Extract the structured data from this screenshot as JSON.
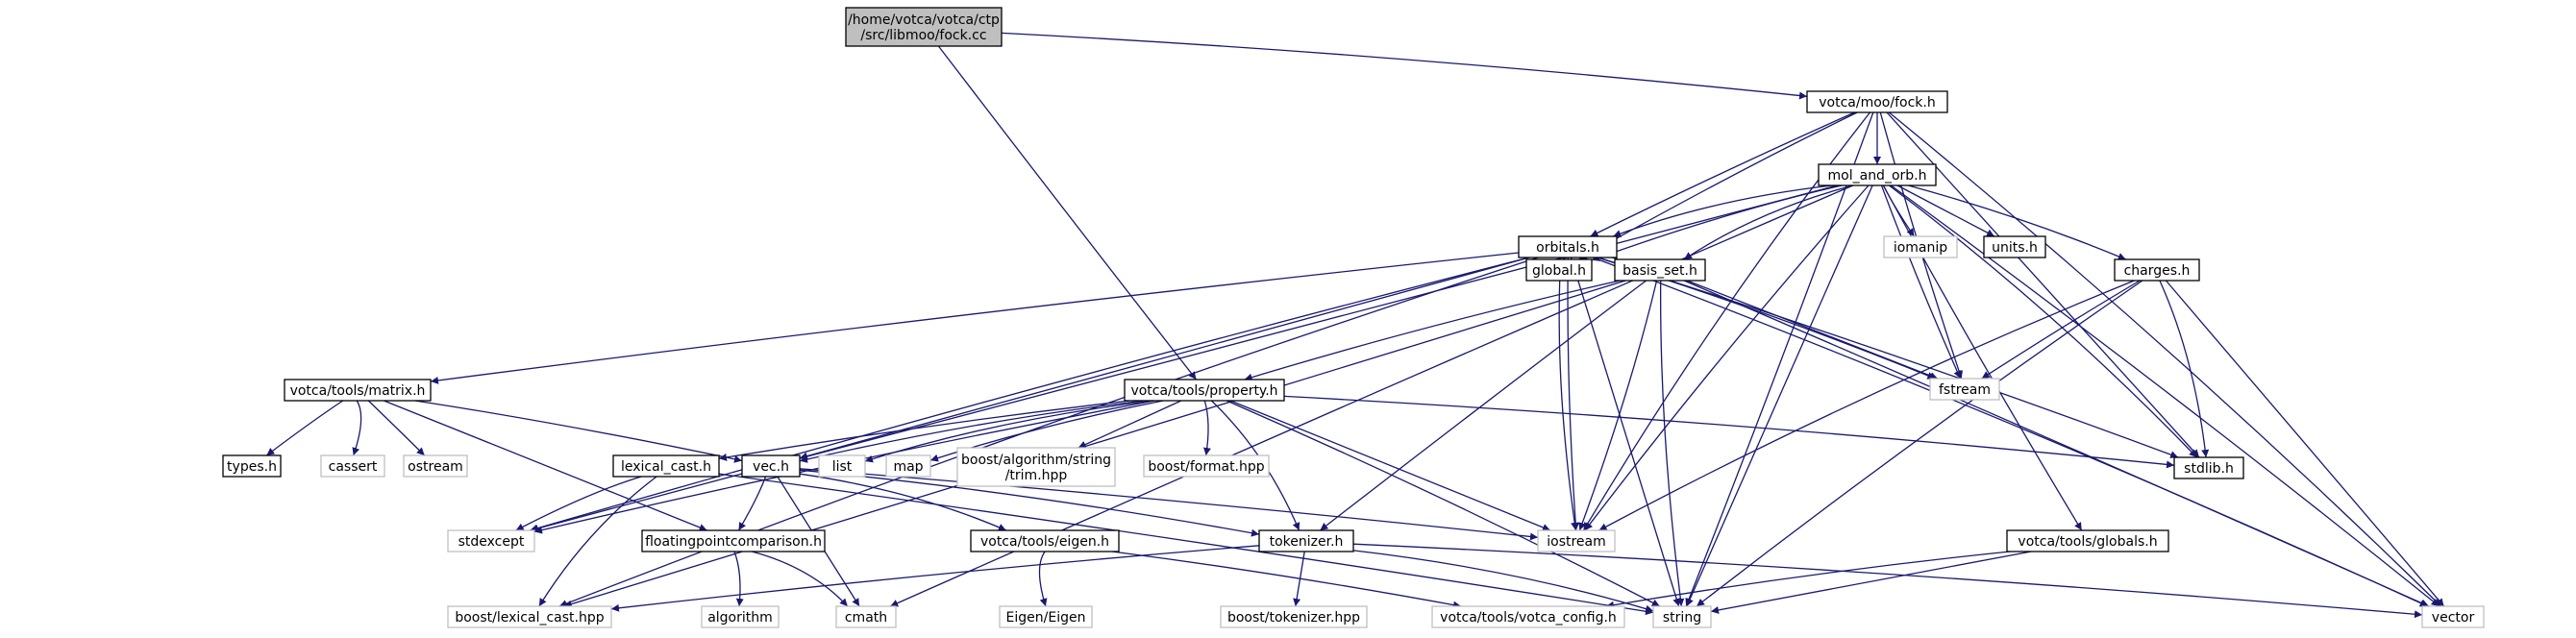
{
  "colors": {
    "edge": "#191970",
    "node_border": "#000000",
    "node_fill": "#ffffff",
    "root_fill": "#bfbfbf",
    "ext_border": "#bfbfbf"
  },
  "nodes": [
    {
      "id": "root",
      "lines": [
        "/home/votca/votca/ctp",
        "/src/libmoo/fock.cc"
      ],
      "kind": "root"
    },
    {
      "id": "fock_h",
      "lines": [
        "votca/moo/fock.h"
      ],
      "kind": "file"
    },
    {
      "id": "mol_and_orb_h",
      "lines": [
        "mol_and_orb.h"
      ],
      "kind": "file"
    },
    {
      "id": "orbitals_h",
      "lines": [
        "orbitals.h"
      ],
      "kind": "file"
    },
    {
      "id": "iomanip",
      "lines": [
        "iomanip"
      ],
      "kind": "ext"
    },
    {
      "id": "units_h",
      "lines": [
        "units.h"
      ],
      "kind": "file"
    },
    {
      "id": "charges_h",
      "lines": [
        "charges.h"
      ],
      "kind": "file"
    },
    {
      "id": "global_h",
      "lines": [
        "global.h"
      ],
      "kind": "file"
    },
    {
      "id": "basis_set_h",
      "lines": [
        "basis_set.h"
      ],
      "kind": "file"
    },
    {
      "id": "fstream",
      "lines": [
        "fstream"
      ],
      "kind": "ext"
    },
    {
      "id": "matrix_h",
      "lines": [
        "votca/tools/matrix.h"
      ],
      "kind": "file"
    },
    {
      "id": "property_h",
      "lines": [
        "votca/tools/property.h"
      ],
      "kind": "file"
    },
    {
      "id": "types_h",
      "lines": [
        "types.h"
      ],
      "kind": "file"
    },
    {
      "id": "cassert",
      "lines": [
        "cassert"
      ],
      "kind": "ext"
    },
    {
      "id": "ostream",
      "lines": [
        "ostream"
      ],
      "kind": "ext"
    },
    {
      "id": "lexical_cast_h",
      "lines": [
        "lexical_cast.h"
      ],
      "kind": "file"
    },
    {
      "id": "vec_h",
      "lines": [
        "vec.h"
      ],
      "kind": "file"
    },
    {
      "id": "list",
      "lines": [
        "list"
      ],
      "kind": "ext"
    },
    {
      "id": "map",
      "lines": [
        "map"
      ],
      "kind": "ext"
    },
    {
      "id": "trim_hpp",
      "lines": [
        "boost/algorithm/string",
        "/trim.hpp"
      ],
      "kind": "ext"
    },
    {
      "id": "format_hpp",
      "lines": [
        "boost/format.hpp"
      ],
      "kind": "ext"
    },
    {
      "id": "stdlib_h",
      "lines": [
        "stdlib.h"
      ],
      "kind": "file"
    },
    {
      "id": "stdexcept",
      "lines": [
        "stdexcept"
      ],
      "kind": "ext"
    },
    {
      "id": "fpcomp_h",
      "lines": [
        "floatingpointcomparison.h"
      ],
      "kind": "file"
    },
    {
      "id": "eigen_h",
      "lines": [
        "votca/tools/eigen.h"
      ],
      "kind": "file"
    },
    {
      "id": "tokenizer_h",
      "lines": [
        "tokenizer.h"
      ],
      "kind": "file"
    },
    {
      "id": "iostream",
      "lines": [
        "iostream"
      ],
      "kind": "ext"
    },
    {
      "id": "globals_h",
      "lines": [
        "votca/tools/globals.h"
      ],
      "kind": "file"
    },
    {
      "id": "lexical_cast_hpp",
      "lines": [
        "boost/lexical_cast.hpp"
      ],
      "kind": "ext"
    },
    {
      "id": "algorithm",
      "lines": [
        "algorithm"
      ],
      "kind": "ext"
    },
    {
      "id": "cmath",
      "lines": [
        "cmath"
      ],
      "kind": "ext"
    },
    {
      "id": "eigen_eigen",
      "lines": [
        "Eigen/Eigen"
      ],
      "kind": "ext"
    },
    {
      "id": "tokenizer_hpp",
      "lines": [
        "boost/tokenizer.hpp"
      ],
      "kind": "ext"
    },
    {
      "id": "votca_config_h",
      "lines": [
        "votca/tools/votca_config.h"
      ],
      "kind": "ext"
    },
    {
      "id": "string",
      "lines": [
        "string"
      ],
      "kind": "ext"
    },
    {
      "id": "vector",
      "lines": [
        "vector"
      ],
      "kind": "ext"
    }
  ],
  "edges": [
    [
      "root",
      "fock_h"
    ],
    [
      "root",
      "property_h"
    ],
    [
      "fock_h",
      "mol_and_orb_h"
    ],
    [
      "fock_h",
      "orbitals_h"
    ],
    [
      "fock_h",
      "global_h"
    ],
    [
      "fock_h",
      "iostream"
    ],
    [
      "fock_h",
      "fstream"
    ],
    [
      "fock_h",
      "stdlib_h"
    ],
    [
      "fock_h",
      "string"
    ],
    [
      "fock_h",
      "vector"
    ],
    [
      "mol_and_orb_h",
      "orbitals_h"
    ],
    [
      "mol_and_orb_h",
      "iomanip"
    ],
    [
      "mol_and_orb_h",
      "units_h"
    ],
    [
      "mol_and_orb_h",
      "charges_h"
    ],
    [
      "mol_and_orb_h",
      "global_h"
    ],
    [
      "mol_and_orb_h",
      "basis_set_h"
    ],
    [
      "mol_and_orb_h",
      "fstream"
    ],
    [
      "mol_and_orb_h",
      "vec_h"
    ],
    [
      "mol_and_orb_h",
      "cmath"
    ],
    [
      "mol_and_orb_h",
      "stdlib_h"
    ],
    [
      "mol_and_orb_h",
      "globals_h"
    ],
    [
      "mol_and_orb_h",
      "iostream"
    ],
    [
      "mol_and_orb_h",
      "string"
    ],
    [
      "mol_and_orb_h",
      "vector"
    ],
    [
      "orbitals_h",
      "global_h"
    ],
    [
      "orbitals_h",
      "basis_set_h"
    ],
    [
      "orbitals_h",
      "matrix_h"
    ],
    [
      "orbitals_h",
      "vec_h"
    ],
    [
      "orbitals_h",
      "fstream"
    ],
    [
      "orbitals_h",
      "stdexcept"
    ],
    [
      "orbitals_h",
      "lexical_cast_hpp"
    ],
    [
      "orbitals_h",
      "iostream"
    ],
    [
      "orbitals_h",
      "string"
    ],
    [
      "orbitals_h",
      "stdlib_h"
    ],
    [
      "orbitals_h",
      "vector"
    ],
    [
      "global_h",
      "iostream"
    ],
    [
      "basis_set_h",
      "property_h"
    ],
    [
      "basis_set_h",
      "fstream"
    ],
    [
      "basis_set_h",
      "tokenizer_h"
    ],
    [
      "basis_set_h",
      "iostream"
    ],
    [
      "basis_set_h",
      "string"
    ],
    [
      "basis_set_h",
      "vector"
    ],
    [
      "basis_set_h",
      "lexical_cast_hpp"
    ],
    [
      "charges_h",
      "fstream"
    ],
    [
      "charges_h",
      "stdlib_h"
    ],
    [
      "charges_h",
      "iostream"
    ],
    [
      "charges_h",
      "string"
    ],
    [
      "charges_h",
      "vector"
    ],
    [
      "matrix_h",
      "types_h"
    ],
    [
      "matrix_h",
      "cassert"
    ],
    [
      "matrix_h",
      "ostream"
    ],
    [
      "matrix_h",
      "vec_h"
    ],
    [
      "matrix_h",
      "fpcomp_h"
    ],
    [
      "property_h",
      "lexical_cast_h"
    ],
    [
      "property_h",
      "vec_h"
    ],
    [
      "property_h",
      "list"
    ],
    [
      "property_h",
      "map"
    ],
    [
      "property_h",
      "trim_hpp"
    ],
    [
      "property_h",
      "format_hpp"
    ],
    [
      "property_h",
      "tokenizer_h"
    ],
    [
      "property_h",
      "stdlib_h"
    ],
    [
      "property_h",
      "stdexcept"
    ],
    [
      "property_h",
      "iostream"
    ],
    [
      "property_h",
      "string"
    ],
    [
      "lexical_cast_h",
      "stdexcept"
    ],
    [
      "lexical_cast_h",
      "lexical_cast_hpp"
    ],
    [
      "lexical_cast_h",
      "string"
    ],
    [
      "vec_h",
      "stdexcept"
    ],
    [
      "vec_h",
      "fpcomp_h"
    ],
    [
      "vec_h",
      "eigen_h"
    ],
    [
      "vec_h",
      "tokenizer_h"
    ],
    [
      "vec_h",
      "iostream"
    ],
    [
      "vec_h",
      "cmath"
    ],
    [
      "fpcomp_h",
      "algorithm"
    ],
    [
      "fpcomp_h",
      "cmath"
    ],
    [
      "eigen_h",
      "eigen_eigen"
    ],
    [
      "eigen_h",
      "votca_config_h"
    ],
    [
      "tokenizer_h",
      "tokenizer_hpp"
    ],
    [
      "tokenizer_h",
      "lexical_cast_hpp"
    ],
    [
      "tokenizer_h",
      "string"
    ],
    [
      "tokenizer_h",
      "vector"
    ],
    [
      "globals_h",
      "votca_config_h"
    ],
    [
      "globals_h",
      "string"
    ]
  ]
}
